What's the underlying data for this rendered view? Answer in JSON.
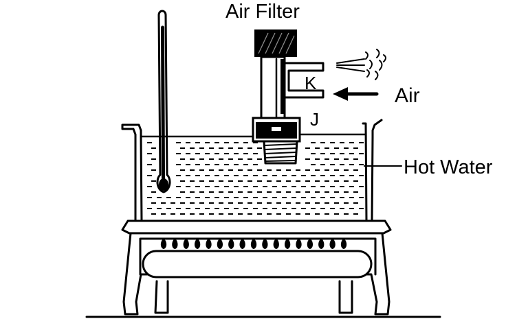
{
  "labels": {
    "air_filter": "Air Filter",
    "air": "Air",
    "hot_water": "Hot Water",
    "part_k": "K",
    "part_j": "J"
  },
  "colors": {
    "ink": "#000000",
    "paper": "#ffffff"
  },
  "icons": {
    "flame": "flame-icon",
    "arrow": "arrow-left-icon",
    "spray": "air-spray-icon"
  },
  "burner": {
    "flame_count": 17
  }
}
